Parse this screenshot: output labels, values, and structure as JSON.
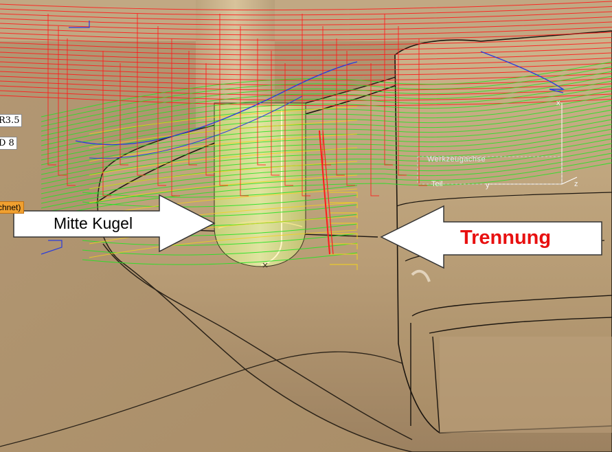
{
  "viewport": {
    "tool_tags": {
      "radius": "R3.5",
      "diameter": "D 8",
      "status": "chnet)"
    },
    "axis": {
      "caption": "Werkzeugachse",
      "origin_label": "Teil",
      "x": "x",
      "y": "y",
      "z": "z"
    },
    "annotations": {
      "ball_center": "Mitte Kugel",
      "parting": "Trennung"
    },
    "colors": {
      "model": "#b89e78",
      "toolpath_upper": "#ff1a1a",
      "toolpath_middle": "#22e322",
      "toolpath_lower": "#f3d21c",
      "toolpath_links": "#2a3cdd",
      "annotation_red": "#e81010"
    }
  }
}
